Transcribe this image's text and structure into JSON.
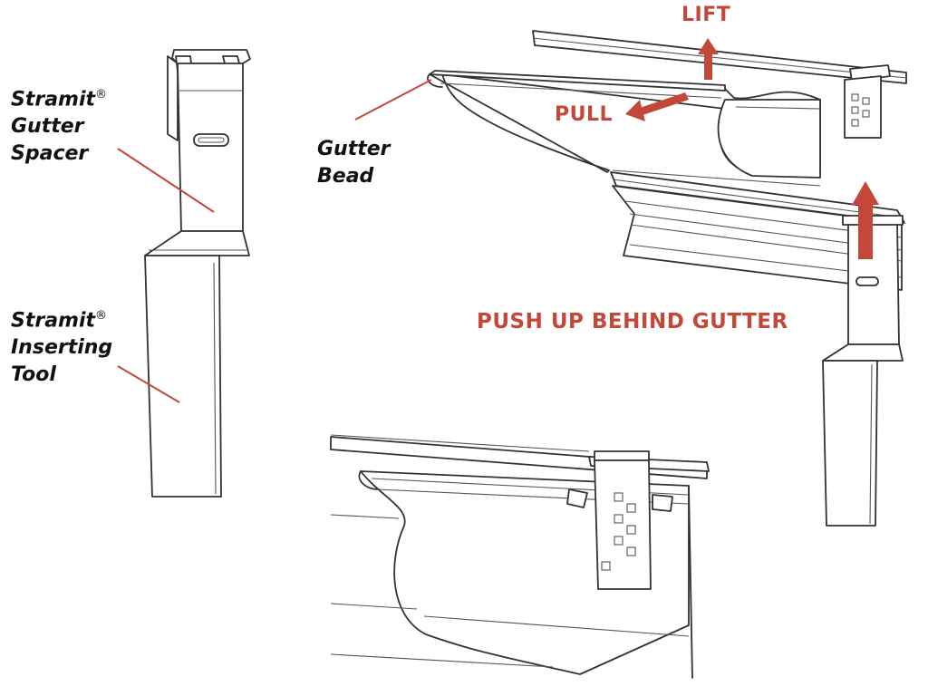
{
  "labels": {
    "spacer_brand": "Stramit",
    "spacer_mark": "®",
    "spacer_line2": "Gutter",
    "spacer_line3": "Spacer",
    "tool_brand": "Stramit",
    "tool_mark": "®",
    "tool_line2": "Inserting",
    "tool_line3": "Tool",
    "bead_line1": "Gutter",
    "bead_line2": "Bead"
  },
  "actions": {
    "lift": "LIFT",
    "pull": "PULL",
    "push": "PUSH UP BEHIND GUTTER"
  },
  "colors": {
    "accent": "#c4483a",
    "line": "#333333",
    "label_text": "#111111"
  }
}
